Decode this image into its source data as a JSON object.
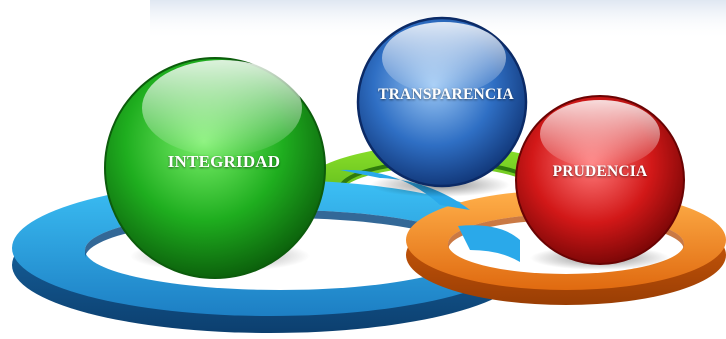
{
  "values": [
    {
      "label": "INTEGRIDAD",
      "color": "#1fae1f"
    },
    {
      "label": "TRANSPARENCIA",
      "color": "#2f6fc4"
    },
    {
      "label": "PRUDENCIA",
      "color": "#d21818"
    }
  ],
  "rings": [
    {
      "color": "#2aa9ea"
    },
    {
      "color": "#5fcc1e"
    },
    {
      "color": "#f07a16"
    }
  ]
}
